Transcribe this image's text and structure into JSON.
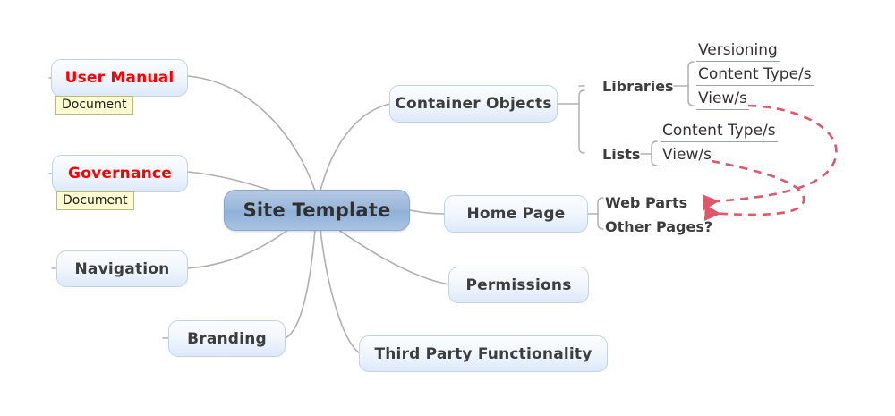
{
  "diagram": {
    "title": "Site Template",
    "type": "mind-map",
    "background_color": "#ffffff",
    "root": {
      "label": "Site Template",
      "fill_start": "#b4c9e4",
      "fill_end": "#a9c2e2",
      "text_color": "#303030"
    },
    "node_style": {
      "fill_start": "#fbfdff",
      "fill_end": "#dde9f9",
      "border_color": "#c3d3e8",
      "text_color": "#3d3d3d"
    },
    "note_style": {
      "fill": "#fdfbd0",
      "border_color": "#b9b98a",
      "text_color": "#1d1d1d"
    },
    "connector_color": "#b0b0b0",
    "relation_color": "#e0566a"
  },
  "nodes": {
    "user_manual": {
      "label": "User Manual",
      "text_color": "#ff0000"
    },
    "user_manual_note": {
      "label": "Document"
    },
    "governance": {
      "label": "Governance",
      "text_color": "#ff0000"
    },
    "governance_note": {
      "label": "Document"
    },
    "navigation": {
      "label": "Navigation"
    },
    "branding": {
      "label": "Branding"
    },
    "container_objects": {
      "label": "Container Objects"
    },
    "home_page": {
      "label": "Home Page"
    },
    "permissions": {
      "label": "Permissions"
    },
    "third_party": {
      "label": "Third Party Functionality"
    },
    "libraries": {
      "label": "Libraries"
    },
    "lists": {
      "label": "Lists"
    },
    "lib_versioning": {
      "label": "Versioning"
    },
    "lib_content_types": {
      "label": "Content Type/s"
    },
    "lib_views": {
      "label": "View/s"
    },
    "list_content_types": {
      "label": "Content Type/s"
    },
    "list_views": {
      "label": "View/s"
    },
    "web_parts": {
      "label": "Web Parts"
    },
    "other_pages": {
      "label": "Other Pages?"
    }
  },
  "relations": [
    {
      "from": "lib_views",
      "to": "web_parts",
      "style": "dashed-arrow",
      "color": "#e0566a"
    },
    {
      "from": "list_views",
      "to": "web_parts",
      "style": "dashed-arrow",
      "color": "#e0566a"
    }
  ]
}
